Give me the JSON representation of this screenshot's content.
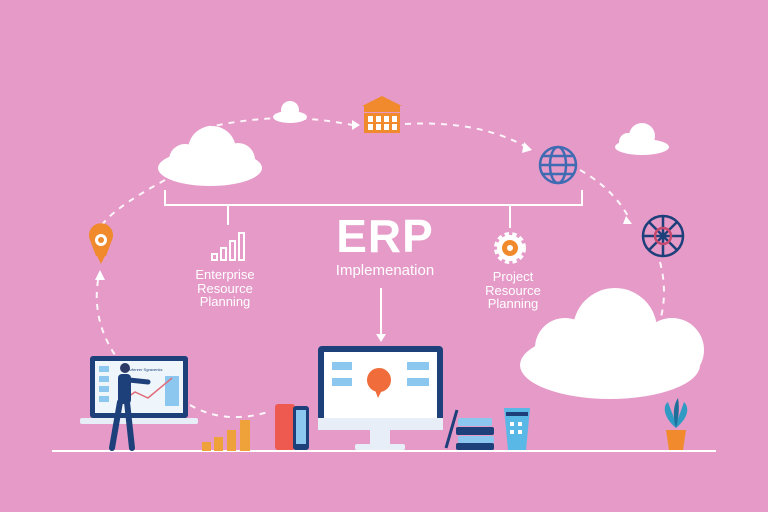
{
  "title": "ERP",
  "subtitle": "Implemenation",
  "left_label": {
    "lines": [
      "Enterprise",
      "Resource",
      "Planning"
    ]
  },
  "right_label": {
    "lines": [
      "Project",
      "Resource",
      "Planning"
    ]
  },
  "laptop_screen_text": "Arfenrer Sgravenks",
  "colors": {
    "background": "#e59ac8",
    "navy": "#1d3f7a",
    "orange": "#f08a2c",
    "light_blue": "#8cc7f0",
    "white": "#ffffff"
  },
  "icons": [
    "cloud-icon",
    "bank-icon",
    "globe-icon",
    "lightbulb-icon",
    "gear-icon",
    "network-globe-icon",
    "bar-chart-icon",
    "laptop-icon",
    "monitor-icon",
    "phone-icon",
    "books-icon",
    "cup-icon",
    "plant-icon",
    "person-icon"
  ]
}
